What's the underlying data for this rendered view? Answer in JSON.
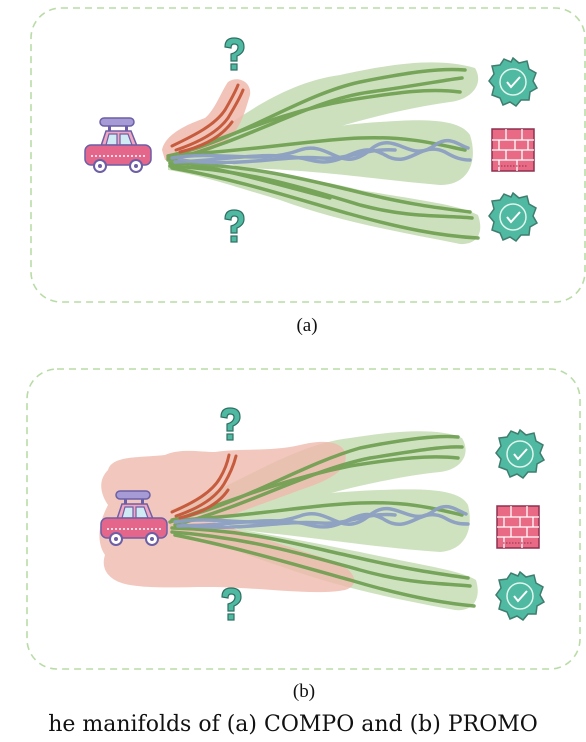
{
  "panels": [
    {
      "id": "a",
      "label": "(a)"
    },
    {
      "id": "b",
      "label": "(b)"
    }
  ],
  "caption": "he manifolds of (a) COMPO and (b) PROMO",
  "icons": {
    "vehicle": "car-icon",
    "unknown": "question-mark-icon",
    "success": "check-badge-icon",
    "obstacle": "brick-wall-icon"
  },
  "colors": {
    "frame_border": "#b9dca6",
    "green_traj": "#6d9e4f",
    "green_shade": "#c7ddb6",
    "blue_traj": "#8c9fc2",
    "red_traj": "#c65b3d",
    "red_shade": "#efb9ad",
    "teal": "#4fb9a1",
    "wall": "#e96a84"
  }
}
